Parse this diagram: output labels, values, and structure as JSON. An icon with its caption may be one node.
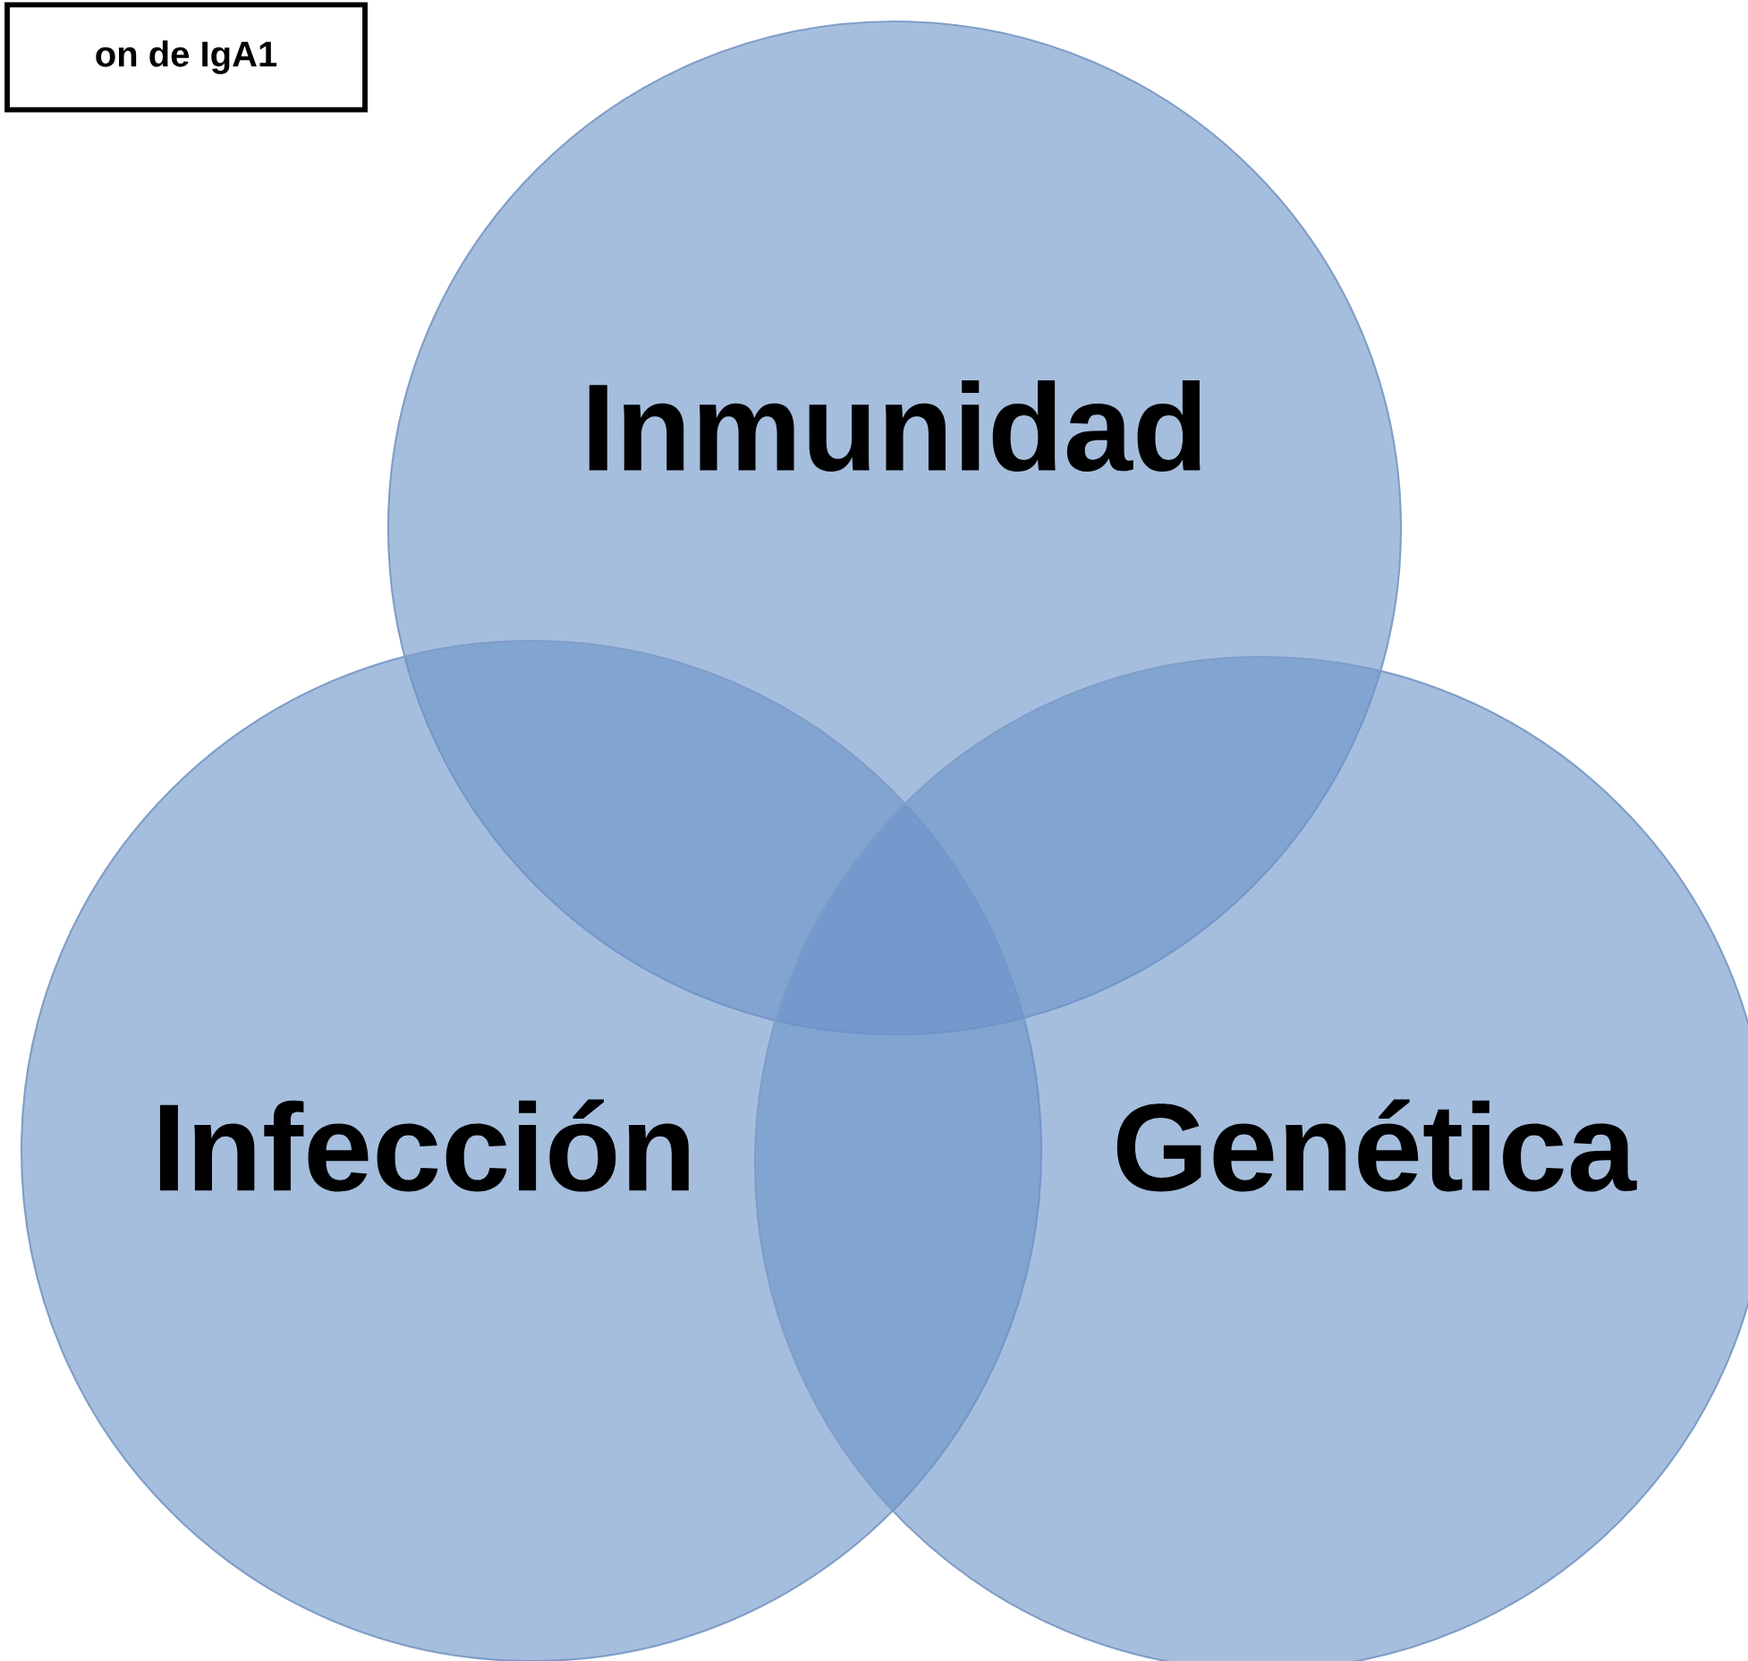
{
  "diagram": {
    "nodes": [
      {
        "text": [
          "on de IgA1"
        ]
      },
      {
        "text": [
          "Inmunidad"
        ]
      },
      {
        "text": [
          "Infección"
        ]
      },
      {
        "text": [
          "Genética"
        ]
      }
    ]
  }
}
